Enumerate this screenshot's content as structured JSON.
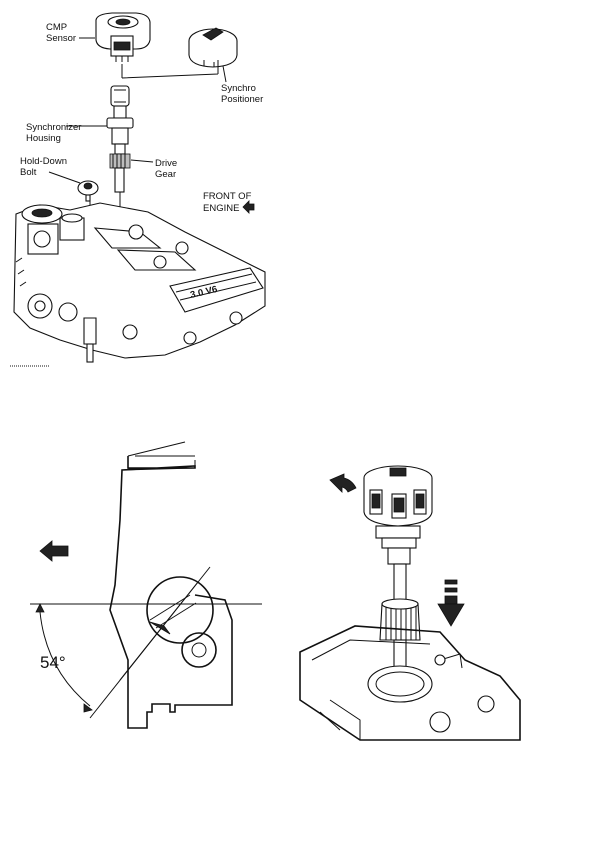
{
  "fig1": {
    "labels": {
      "cmp_line1": "CMP",
      "cmp_line2": "Sensor",
      "synchro_line1": "Synchro",
      "synchro_line2": "Positioner",
      "housing_line1": "Synchronizer",
      "housing_line2": "Housing",
      "holddown_line1": "Hold-Down",
      "holddown_line2": "Bolt",
      "drive_line1": "Drive",
      "drive_line2": "Gear",
      "front_line1": "FRONT OF",
      "front_line2": "ENGINE",
      "engine_badge": "3.0 V6"
    },
    "arrow_icon": "small-dark-arrow-icon"
  },
  "fig2": {
    "angle_label": "54°",
    "arrow_icon": "left-arrow-icon"
  },
  "fig3": {
    "rotation_arrow_icon": "curved-arrow-icon",
    "push_arrow_icon": "down-arrow-icon"
  }
}
